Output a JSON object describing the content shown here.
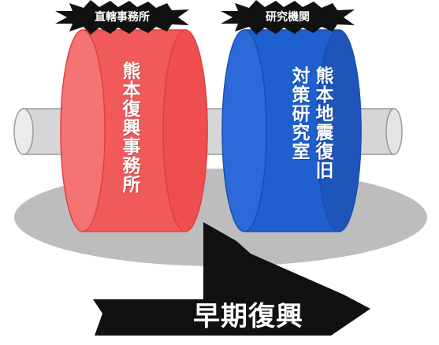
{
  "tags": {
    "left": "直轄事務所",
    "right": "研究機関"
  },
  "drums": {
    "left_label": "熊本復興事務所",
    "right_label_col1": "熊本地震復旧",
    "right_label_col2": "対策研究室"
  },
  "arrow": {
    "label": "早期復興"
  },
  "colors": {
    "left_drum": "#f05a5a",
    "right_drum": "#1f5fcf",
    "axle": "#d6d6d6",
    "shadow": "#bdbdbd",
    "arrow": "#111111"
  }
}
